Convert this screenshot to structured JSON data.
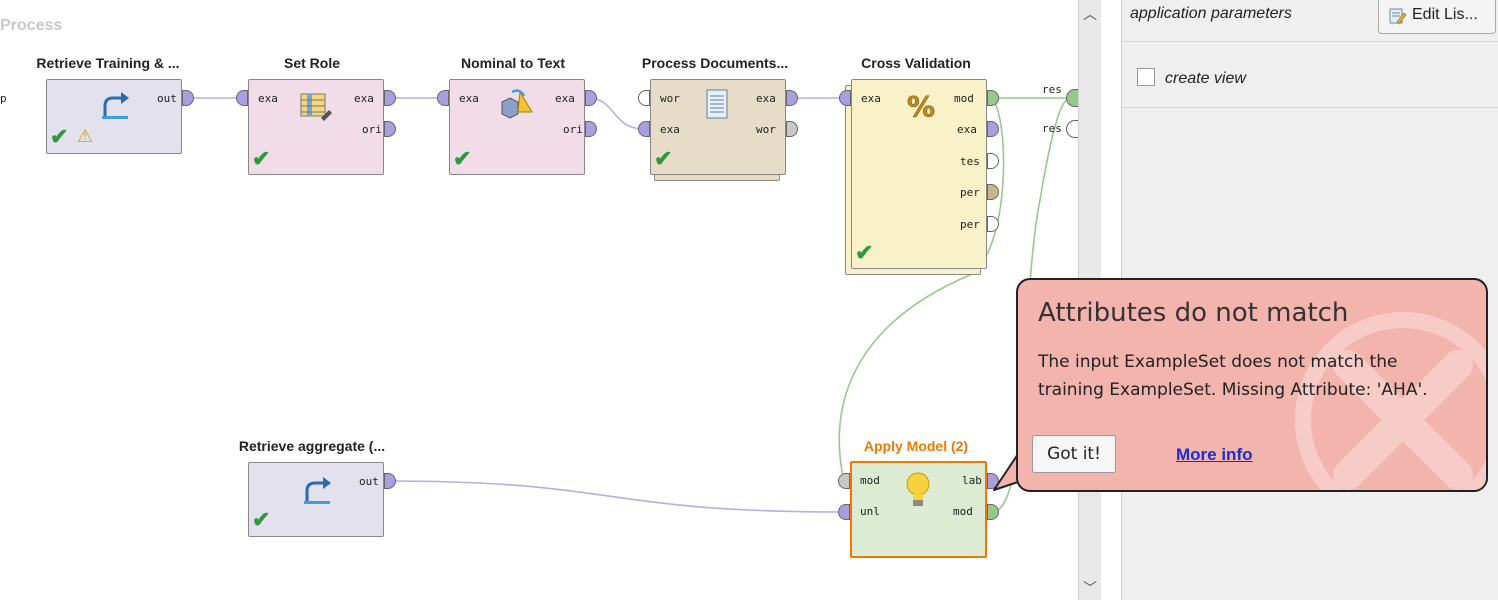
{
  "canvas": {
    "title": "Process"
  },
  "operators": {
    "retrieve_training": {
      "title": "Retrieve Training & ...",
      "out": "out",
      "left_label": "p"
    },
    "set_role": {
      "title": "Set Role",
      "in": "exa",
      "out1": "exa",
      "out2": "ori"
    },
    "nominal_to_text": {
      "title": "Nominal to Text",
      "in": "exa",
      "out1": "exa",
      "out2": "ori"
    },
    "process_documents": {
      "title": "Process Documents...",
      "in1": "wor",
      "in2": "exa",
      "out1": "exa",
      "out2": "wor"
    },
    "cross_validation": {
      "title": "Cross Validation",
      "in": "exa",
      "out1": "mod",
      "out2": "exa",
      "out3": "tes",
      "out4": "per",
      "out5": "per"
    },
    "retrieve_aggregate": {
      "title": "Retrieve aggregate (...",
      "out": "out"
    },
    "apply_model": {
      "title": "Apply Model (2)",
      "in1": "mod",
      "in2": "unl",
      "out1": "lab",
      "out2": "mod"
    }
  },
  "results": {
    "res1": "res",
    "res2": "res"
  },
  "params": {
    "application_parameters": "application parameters",
    "edit_list_button": "Edit Lis...",
    "create_view": "create view"
  },
  "callout": {
    "title": "Attributes do not match",
    "message": "The input ExampleSet does not match the training ExampleSet. Missing Attribute: 'AHA'.",
    "got_it": "Got it!",
    "more_info": "More info"
  },
  "colors": {
    "port_purple": "#a99ee0",
    "port_green": "#96c98a",
    "port_tan": "#c7b88a",
    "wire_purple": "#b7aee6",
    "wire_green": "#96c98a",
    "apply_model_title": "#f07800",
    "callout_bg": "#f2b4ad"
  },
  "icons": [
    "retrieve-icon",
    "set-role-icon",
    "nominal-to-text-icon",
    "document-icon",
    "percent-icon",
    "lightbulb-icon",
    "checkmark-icon",
    "warning-icon",
    "edit-list-icon",
    "error-x-icon"
  ]
}
